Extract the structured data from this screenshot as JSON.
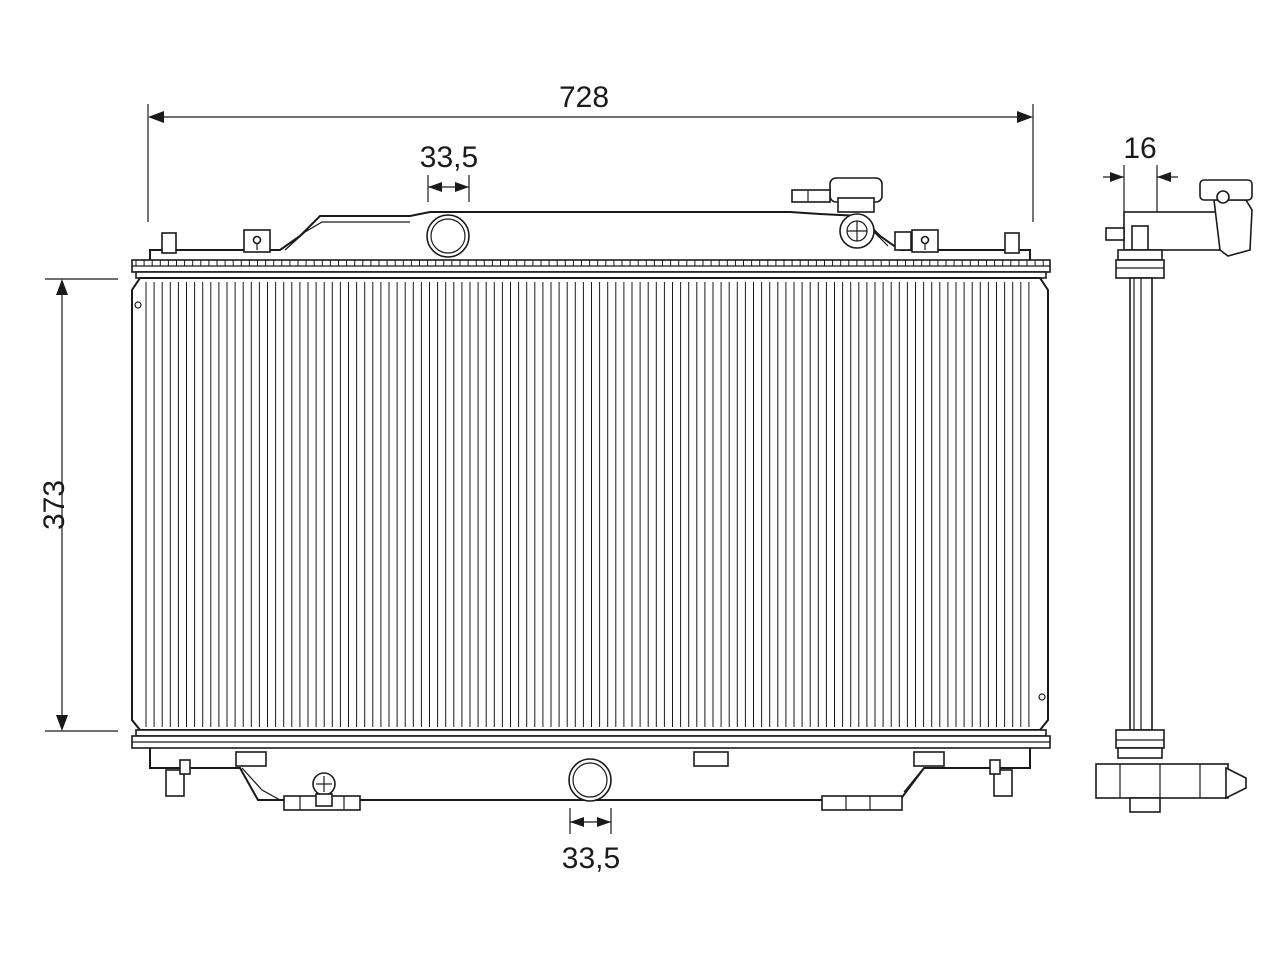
{
  "dimensions": {
    "overall_width": "728",
    "core_height": "373",
    "top_pipe_diameter": "33,5",
    "bottom_pipe_diameter": "33,5",
    "core_depth": "16"
  },
  "colors": {
    "line": "#1a1a1a",
    "background": "#ffffff"
  }
}
